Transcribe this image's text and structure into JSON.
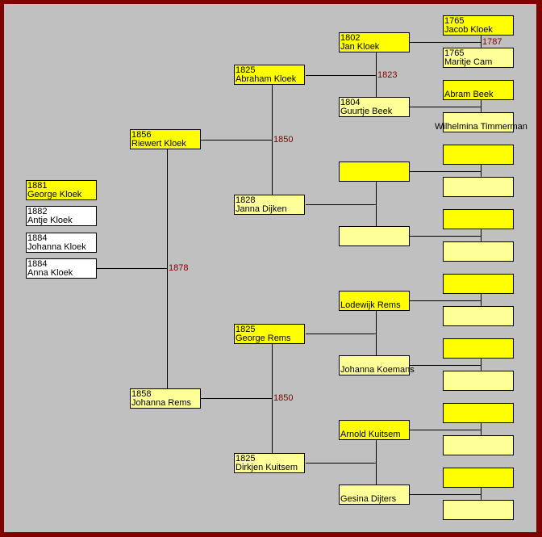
{
  "colors": {
    "frame": "#800000",
    "background": "#c0c0c0",
    "primary": "#ffff00",
    "secondary": "#ffff99",
    "child": "#ffffff",
    "marriage_label": "#800000"
  },
  "children": [
    {
      "year": "1881",
      "name": "George Kloek",
      "fill": "#ffff00"
    },
    {
      "year": "1882",
      "name": "Antje Kloek",
      "fill": "#ffffff"
    },
    {
      "year": "1884",
      "name": "Johanna Kloek",
      "fill": "#ffffff"
    },
    {
      "year": "1884",
      "name": "Anna Kloek",
      "fill": "#ffffff"
    }
  ],
  "parents": [
    {
      "year": "1856",
      "name": "Riewert Kloek",
      "fill": "#ffff00"
    },
    {
      "year": "1858",
      "name": "Johanna Rems",
      "fill": "#ffff99"
    }
  ],
  "grandparents": [
    {
      "year": "1825",
      "name": "Abraham Kloek",
      "fill": "#ffff00"
    },
    {
      "year": "1828",
      "name": "Janna Dijken",
      "fill": "#ffff99"
    },
    {
      "year": "1825",
      "name": "George Rems",
      "fill": "#ffff00"
    },
    {
      "year": "1825",
      "name": "Dirkjen Kuitsem",
      "fill": "#ffff99"
    }
  ],
  "great_grandparents": [
    {
      "year": "1802",
      "name": "Jan Kloek",
      "fill": "#ffff00"
    },
    {
      "year": "1804",
      "name": "Guurtje Beek",
      "fill": "#ffff99"
    },
    {
      "year": "",
      "name": "",
      "fill": "#ffff00"
    },
    {
      "year": "",
      "name": "",
      "fill": "#ffff99"
    },
    {
      "year": "",
      "name": "Lodewijk Rems",
      "fill": "#ffff00"
    },
    {
      "year": "",
      "name": "Johanna Koemans",
      "fill": "#ffff99"
    },
    {
      "year": "",
      "name": "Arnold Kuitsem",
      "fill": "#ffff00"
    },
    {
      "year": "",
      "name": "Gesina Dijters",
      "fill": "#ffff99"
    }
  ],
  "gg_grandparents": [
    {
      "year": "1765",
      "name": "Jacob Kloek",
      "fill": "#ffff00"
    },
    {
      "year": "1765",
      "name": "Maritje Cam",
      "fill": "#ffff99"
    },
    {
      "year": "",
      "name": "Abram Beek",
      "fill": "#ffff00"
    },
    {
      "year": "",
      "name": "Wilhelmina Timmerman",
      "fill": "#ffff99"
    },
    {
      "year": "",
      "name": "",
      "fill": "#ffff00"
    },
    {
      "year": "",
      "name": "",
      "fill": "#ffff99"
    },
    {
      "year": "",
      "name": "",
      "fill": "#ffff00"
    },
    {
      "year": "",
      "name": "",
      "fill": "#ffff99"
    },
    {
      "year": "",
      "name": "",
      "fill": "#ffff00"
    },
    {
      "year": "",
      "name": "",
      "fill": "#ffff99"
    },
    {
      "year": "",
      "name": "",
      "fill": "#ffff00"
    },
    {
      "year": "",
      "name": "",
      "fill": "#ffff99"
    },
    {
      "year": "",
      "name": "",
      "fill": "#ffff00"
    },
    {
      "year": "",
      "name": "",
      "fill": "#ffff99"
    },
    {
      "year": "",
      "name": "",
      "fill": "#ffff00"
    },
    {
      "year": "",
      "name": "",
      "fill": "#ffff99"
    }
  ],
  "marriages": {
    "parents": "1878",
    "grandparents_paternal": "1850",
    "grandparents_maternal": "1850",
    "gg_kloek": "1823",
    "ggg_kloek": "1787"
  }
}
